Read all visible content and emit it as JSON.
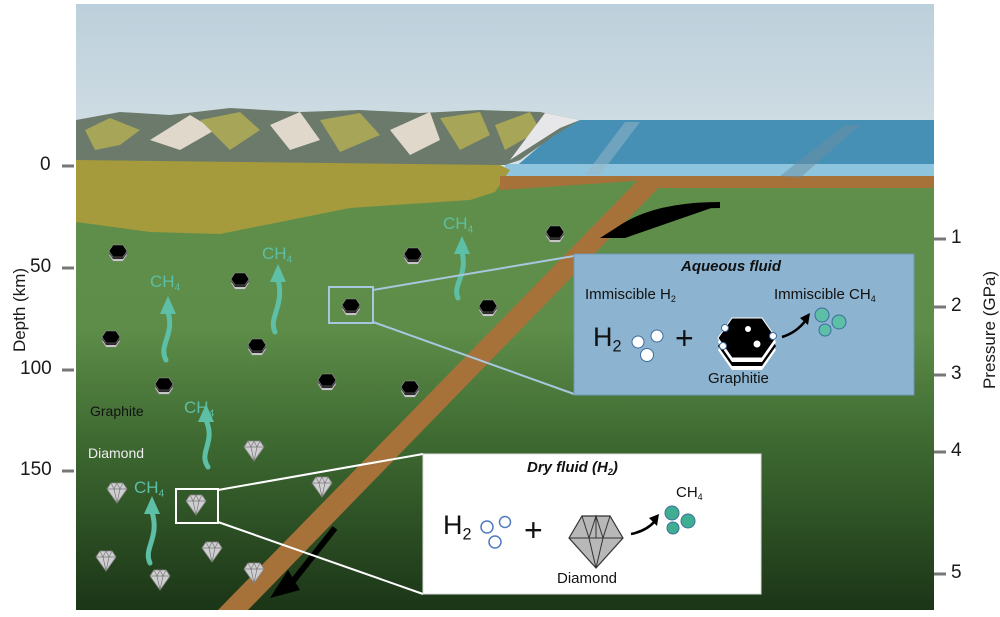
{
  "figure": {
    "left_axis": {
      "label": "Depth (km)",
      "ticks": [
        "0",
        "50",
        "100",
        "150"
      ]
    },
    "right_axis": {
      "label": "Pressure (GPa)",
      "ticks": [
        "1",
        "2",
        "3",
        "4",
        "5"
      ]
    },
    "region_labels": {
      "graphite": "Graphite",
      "diamond": "Diamond"
    },
    "methane_label": {
      "base": "CH",
      "sub": "4"
    },
    "aqueous_panel": {
      "title": "Aqueous fluid",
      "immiscible_h2": {
        "base": "Immiscible H",
        "sub": "2"
      },
      "immiscible_ch4": {
        "base": "Immiscible CH",
        "sub": "4"
      },
      "reactant": {
        "base": "H",
        "sub": "2"
      },
      "plus": "+",
      "mineral": "Graphitie"
    },
    "dry_panel": {
      "title": {
        "base": "Dry fluid (H",
        "sub": "2",
        "end": ")"
      },
      "reactant": {
        "base": "H",
        "sub": "2"
      },
      "plus": "+",
      "mineral": "Diamond",
      "product": {
        "base": "CH",
        "sub": "4"
      }
    },
    "colors": {
      "sky": "#c5d5de",
      "ocean": "#4a90b5",
      "crust": "#a59a3c",
      "slab": "#a7713a",
      "mantle_top": "#5e8d49",
      "mantle_bottom": "#1c3a18",
      "methane": "#5dbfa5",
      "aqueous_panel": "#8cb3cf"
    }
  }
}
